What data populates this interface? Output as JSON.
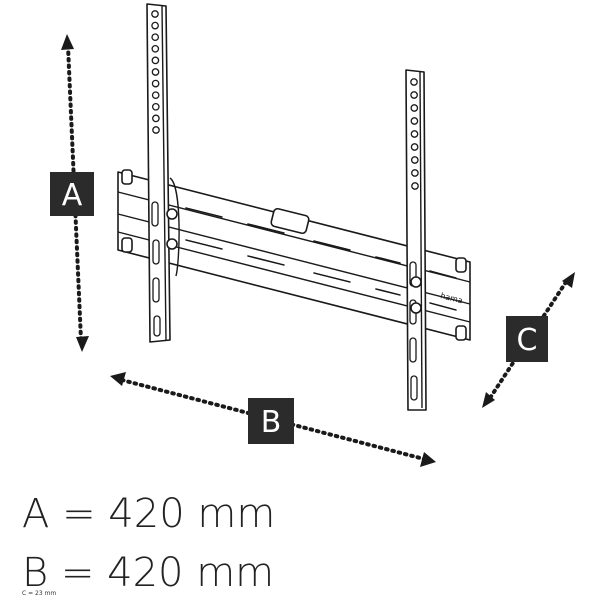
{
  "dimension_labels": {
    "a": "A",
    "b": "B",
    "c": "C"
  },
  "measurements": {
    "a_text": "A = 420 mm",
    "b_text": "B = 420 mm"
  },
  "footnote": "C = 23 mm",
  "brand_mark": "hama",
  "colors": {
    "label_box": "#2b2b2b",
    "line_art": "#1a1a1a"
  }
}
